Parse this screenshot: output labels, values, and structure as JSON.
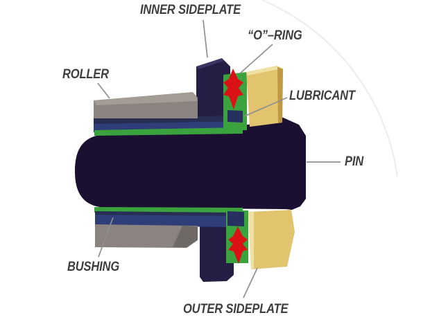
{
  "diagram": {
    "labels": {
      "inner_sideplate": "INNER SIDEPLATE",
      "o_ring": "“O”–RING",
      "roller": "ROLLER",
      "lubricant": "LUBRICANT",
      "pin": "PIN",
      "bushing": "BUSHING",
      "outer_sideplate": "OUTER SIDEPLATE"
    },
    "colors": {
      "background": "#ffffff",
      "arc": "#ececec",
      "pin": "#1b1032",
      "sideplate": "#241e45",
      "sideplate_highlight": "#3b3563",
      "roller": "#8a837f",
      "roller_light": "#a39c95",
      "roller_dark": "#6e6965",
      "bushing_navy": "#272e54",
      "bushing_blue": "#2f3e78",
      "bushing_flange": "#273160",
      "lubricant_green": "#3ba33e",
      "oring_red": "#da1215",
      "outer_plate": "#e2c36e",
      "outer_plate_light": "#efe0a3",
      "outer_plate_dark": "#c09a43",
      "leader_line": "#8f8f8f",
      "label_text": "#3e3e3e"
    }
  }
}
